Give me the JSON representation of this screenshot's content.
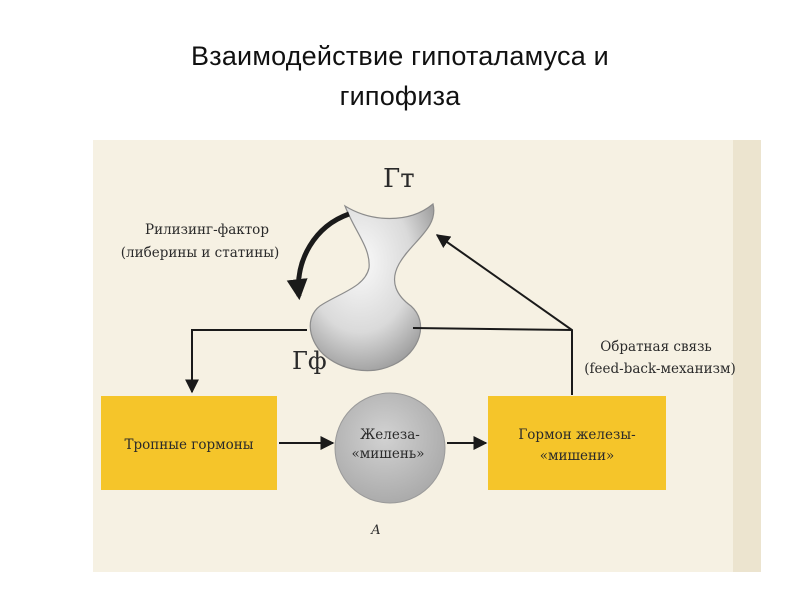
{
  "slide": {
    "title_line1": "Взаимодействие  гипоталамуса и",
    "title_line2": "гипофиза"
  },
  "diagram": {
    "hypothalamus_label": "Гт",
    "pituitary_label": "Гф",
    "releasing_factor_line1": "Рилизинг-фактор",
    "releasing_factor_line2": "(либерины и статины)",
    "feedback_line1": "Обратная связь",
    "feedback_line2": "(feed-back-механизм)",
    "tropic_hormones": "Тропные гормоны",
    "target_gland_line1": "Железа-",
    "target_gland_line2": "«мишень»",
    "target_hormone_line1": "Гормон железы-",
    "target_hormone_line2": "«мишени»",
    "figure_letter": "А"
  },
  "colors": {
    "page_background": "#ffffff",
    "figure_background": "#f6f1e3",
    "box_fill": "#f5c52a",
    "circle_fill": "#c2c2c2",
    "arrow_color": "#1a1a1a",
    "gland_fill": "#dcdcdc"
  }
}
